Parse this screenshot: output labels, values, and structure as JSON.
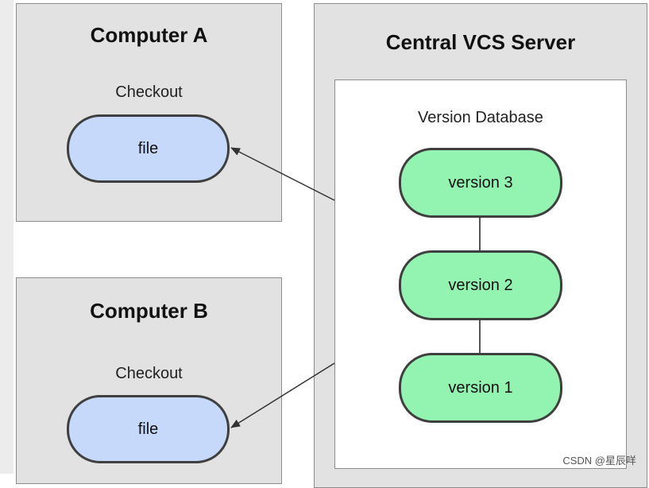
{
  "computer_a": {
    "title": "Computer A",
    "checkout_label": "Checkout",
    "file_label": "file"
  },
  "computer_b": {
    "title": "Computer B",
    "checkout_label": "Checkout",
    "file_label": "file"
  },
  "server": {
    "title": "Central VCS Server",
    "database_label": "Version Database",
    "versions": [
      "version 3",
      "version 2",
      "version 1"
    ]
  },
  "watermark": "CSDN @星辰咩",
  "colors": {
    "file_fill": "#c6d9fb",
    "version_fill": "#93f3b0",
    "panel_fill": "#e2e2e2"
  }
}
